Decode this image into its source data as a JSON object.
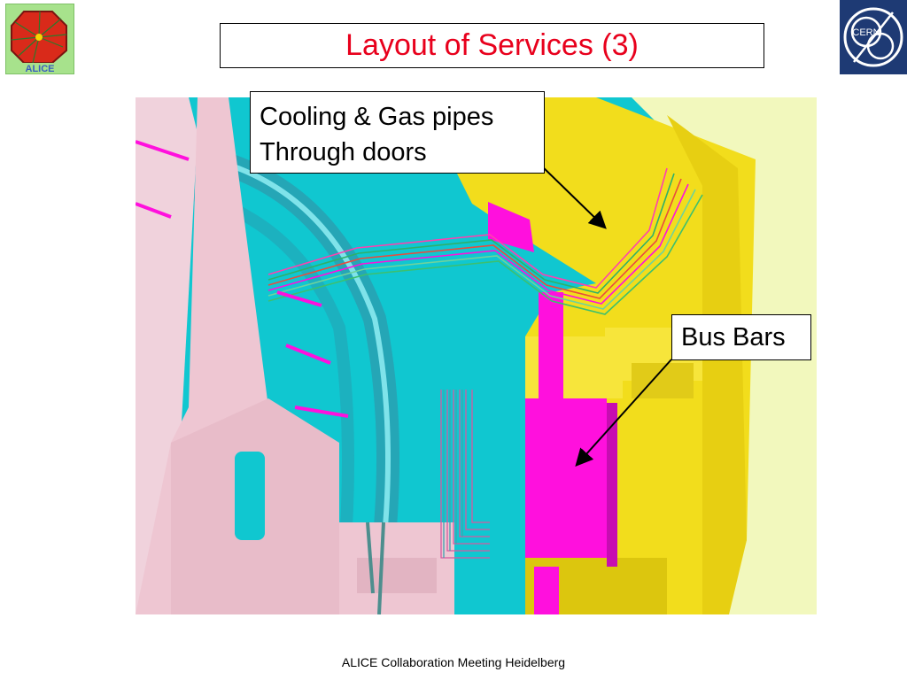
{
  "slide": {
    "title": "Layout of Services (3)",
    "footer": "ALICE Collaboration Meeting Heidelberg"
  },
  "logos": {
    "left": {
      "icon": "alice-logo-icon",
      "text": "ALICE"
    },
    "right": {
      "icon": "cern-logo-icon",
      "text": "CERN"
    }
  },
  "callouts": {
    "cooling_line1": "Cooling & Gas pipes",
    "cooling_line2": "Through doors",
    "busbars": "Bus Bars"
  },
  "colors": {
    "title": "#e8001c",
    "cyan": "#10c7d0",
    "yellow": "#f2dd1c",
    "pink": "#eec6d2",
    "magenta": "#ff10dd",
    "pale_yellow": "#f2f8bd"
  }
}
